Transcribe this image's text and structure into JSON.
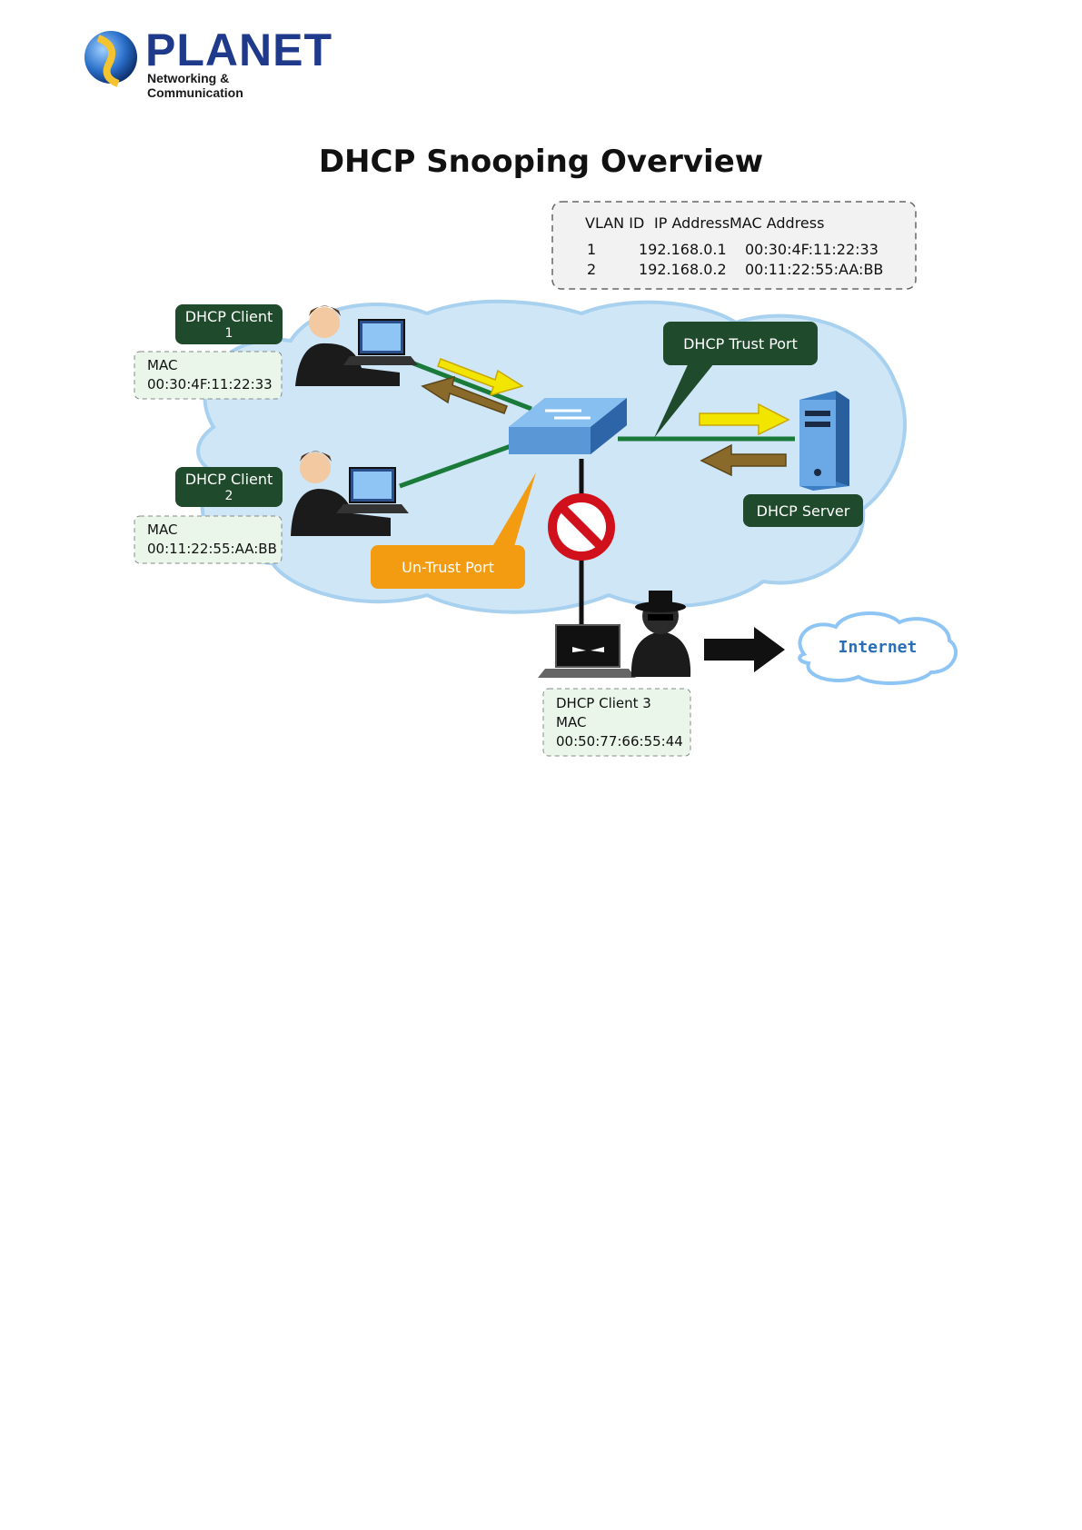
{
  "brand": {
    "name": "PLANET",
    "tagline": "Networking & Communication"
  },
  "title": "DHCP Snooping Overview",
  "binding_table": {
    "headers": [
      "VLAN ID",
      "IP Address",
      "MAC Address"
    ],
    "rows": [
      [
        "1",
        "192.168.0.1",
        "00:30:4F:11:22:33"
      ],
      [
        "2",
        "192.168.0.2",
        "00:11:22:55:AA:BB"
      ]
    ]
  },
  "client1": {
    "label_line1": "DHCP Client",
    "label_line2": "1",
    "mac_label": "MAC",
    "mac": "00:30:4F:11:22:33"
  },
  "client2": {
    "label_line1": "DHCP Client",
    "label_line2": "2",
    "mac_label": "MAC",
    "mac": "00:11:22:55:AA:BB"
  },
  "client3": {
    "label": "DHCP Client 3",
    "mac_label": "MAC",
    "mac": "00:50:77:66:55:44"
  },
  "trust_port": "DHCP Trust Port",
  "untrust_port": "Un-Trust Port",
  "server": "DHCP Server",
  "internet": "Internet",
  "colors": {
    "dark_green": "#1f4a2c",
    "cloud": "#cfe6f7",
    "orange": "#f39c12",
    "link_green": "#1a7a3a",
    "yellow_arrow": "#f2e600",
    "brown_arrow": "#8a6a2a"
  }
}
